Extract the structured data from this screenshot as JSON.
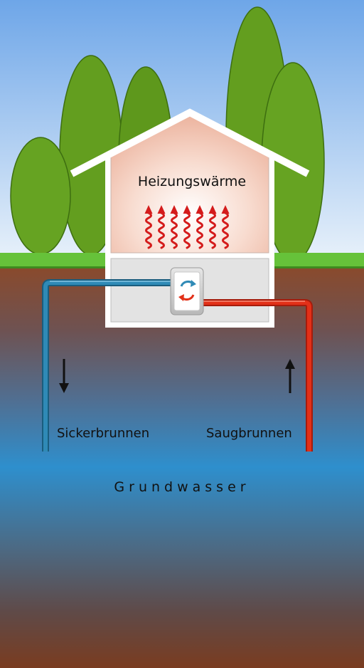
{
  "labels": {
    "heating": "Heizungswärme",
    "sink_well": "Sickerbrunnen",
    "suction_well": "Saugbrunnen",
    "groundwater": "Grundwasser"
  },
  "colors": {
    "sky_top": "#6ea6e8",
    "sky_bottom": "#e6f0fa",
    "grass": "#66c23a",
    "tree": "#5f9b1f",
    "soil": "#8a4a2c",
    "water": "#2e8fcd",
    "cold_pipe": "#2f8ab6",
    "hot_pipe": "#e23018",
    "heat_arrows": "#d41c1c",
    "house_outline": "#ffffff"
  },
  "icons": {
    "heat_pump": "heat-pump-icon",
    "flow_down": "arrow-down-icon",
    "flow_up": "arrow-up-icon"
  }
}
